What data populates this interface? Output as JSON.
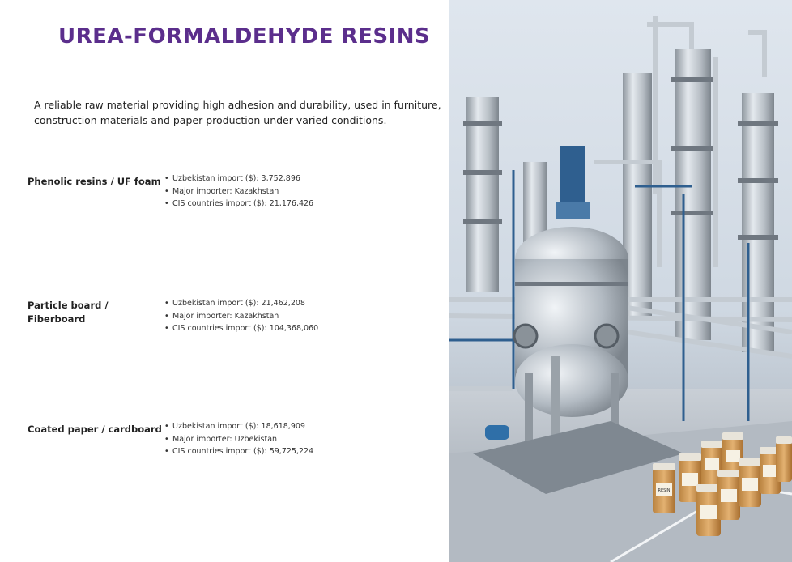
{
  "title": "UREA-FORMALDEHYDE RESINS",
  "intro": {
    "line1": "A reliable raw material providing high adhesion and durability, used in furniture,",
    "line2": "construction materials and paper production under varied conditions."
  },
  "sections": [
    {
      "label_lines": [
        "Phenolic resins / UF foam"
      ],
      "bullets": [
        "Uzbekistan import ($): 3,752,896",
        "Major importer: Kazakhstan",
        "CIS countries import ($): 21,176,426"
      ]
    },
    {
      "label_lines": [
        "Particle board /",
        "Fiberboard"
      ],
      "bullets": [
        "Uzbekistan import ($): 21,462,208",
        "Major importer: Kazakhstan",
        "CIS countries import ($): 104,368,060"
      ]
    },
    {
      "label_lines": [
        "Coated paper / cardboard"
      ],
      "bullets": [
        "Uzbekistan import ($): 18,618,909",
        "Major importer: Uzbekistan",
        "CIS countries import ($): 59,725,224"
      ]
    }
  ],
  "image": {
    "jar_label": "RESIN",
    "colors": {
      "accent": "#5b2e8c",
      "steel": "#b8c0c8",
      "pipe_blue": "#2f5f8f",
      "resin": "#d9a460"
    }
  }
}
